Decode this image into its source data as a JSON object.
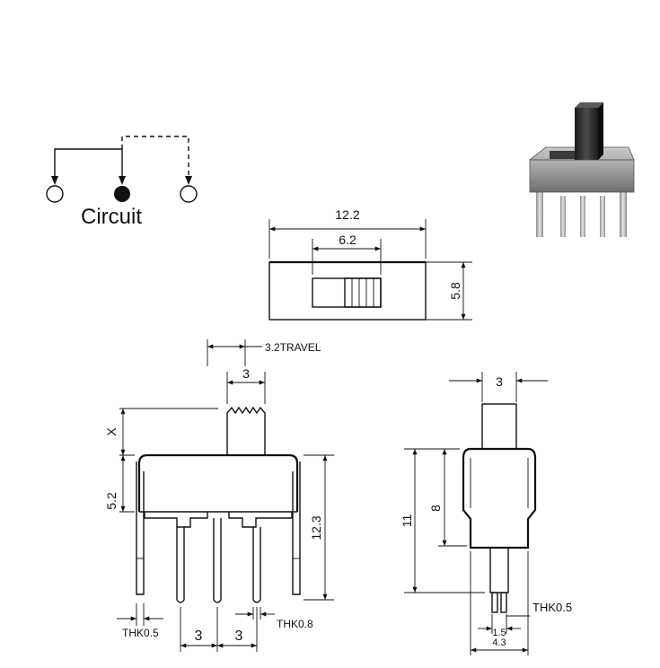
{
  "circuit": {
    "label": "Circuit"
  },
  "top_view": {
    "width": "12.2",
    "slot_width": "6.2",
    "height": "5.8"
  },
  "front_view": {
    "travel": "3.2TRAVEL",
    "actuator_width": "3",
    "actuator_height": "X",
    "body_height": "5.2",
    "overall_height": "12.3",
    "thk_outer": "THK0.5",
    "pitch_1": "3",
    "pitch_2": "3",
    "thk_inner": "THK0.8"
  },
  "side_view": {
    "actuator_width": "3",
    "overall_height": "11",
    "body_height": "8",
    "thk": "THK0.5",
    "pin_spacing": "1.5",
    "foot_width": "4.3"
  },
  "colors": {
    "line": "#111111",
    "body_photo": "#9a9a9a",
    "actuator_photo": "#2b2b2b"
  }
}
